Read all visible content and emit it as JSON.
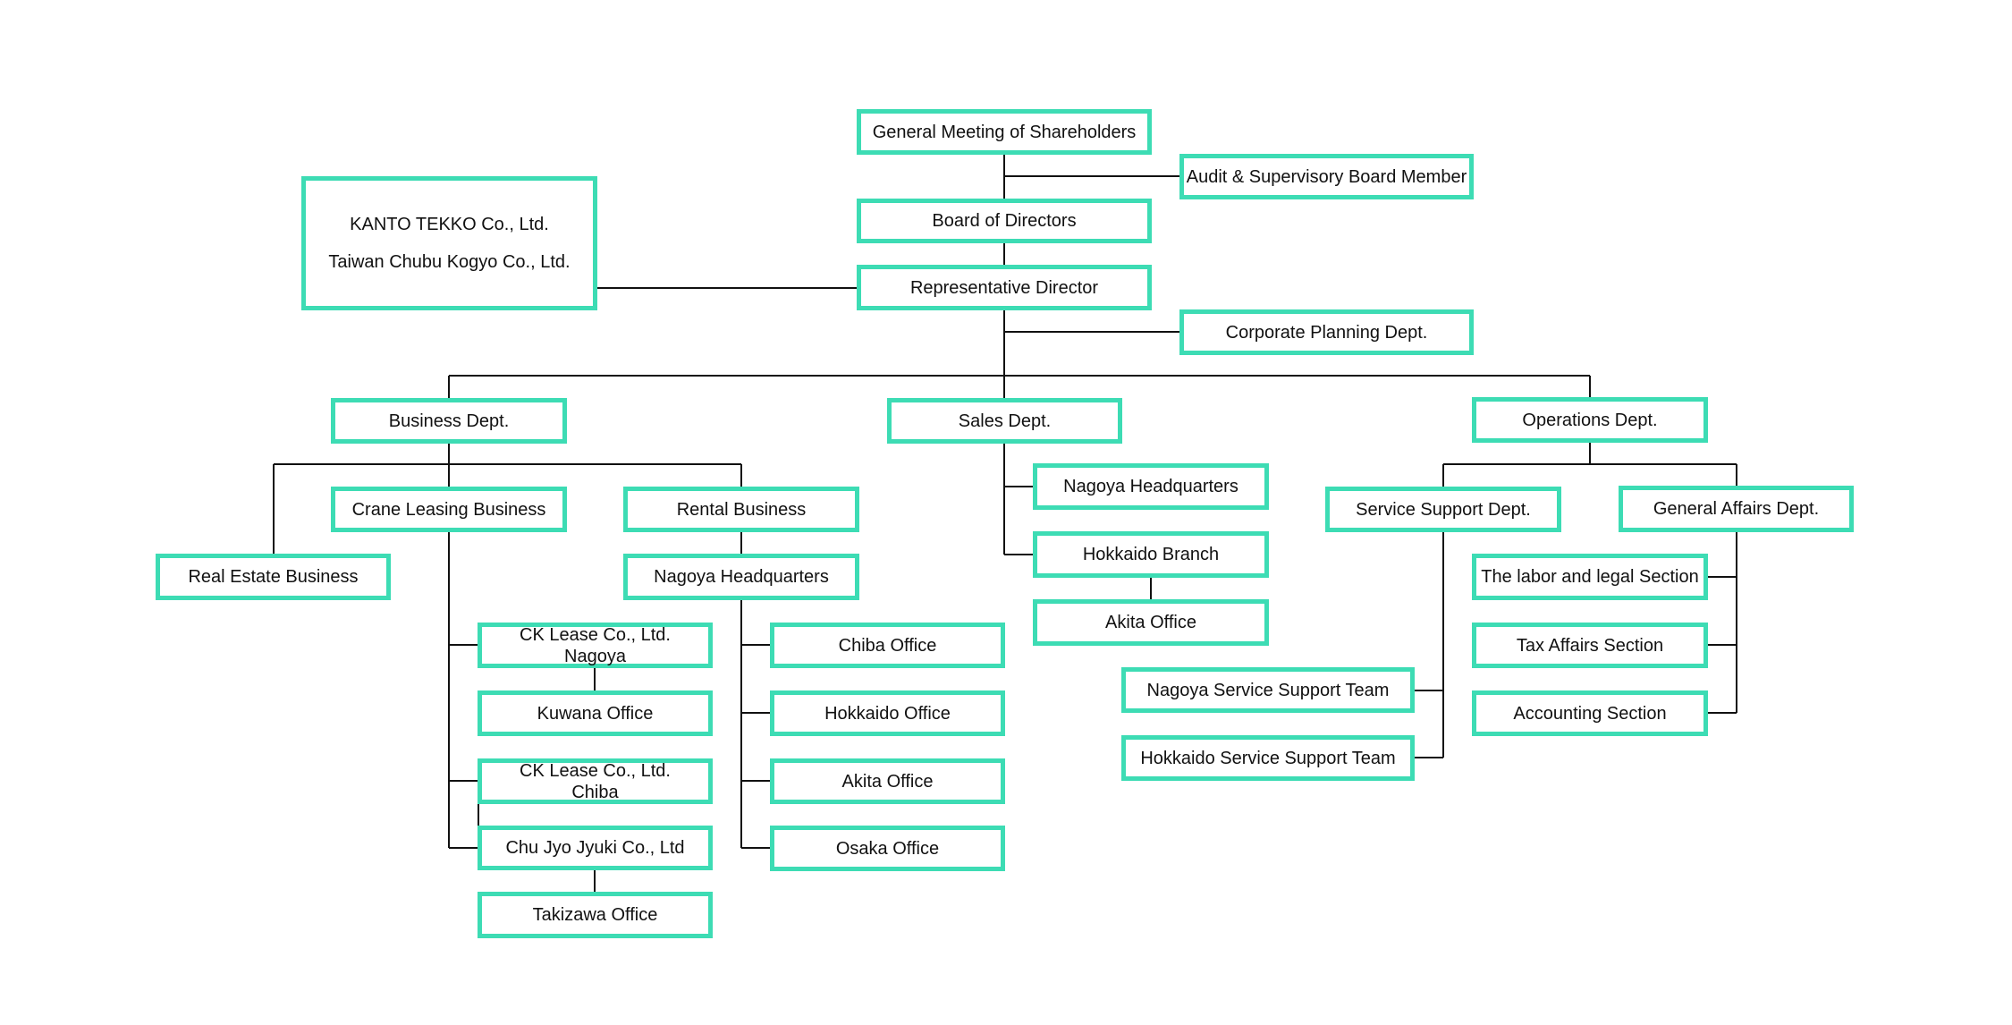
{
  "diagram": {
    "type": "organization-chart",
    "colors": {
      "box_border": "#3ddcb4",
      "connector": "#111111",
      "text": "#111111"
    },
    "nodes": {
      "gms": "General Meeting of Shareholders",
      "audit": "Audit & Supervisory Board Member",
      "board": "Board of Directors",
      "rep": "Representative Director",
      "corp_planning": "Corporate Planning Dept.",
      "affiliates": [
        "KANTO TEKKO Co., Ltd.",
        "Taiwan Chubu Kogyo Co., Ltd."
      ],
      "business": "Business Dept.",
      "sales": "Sales Dept.",
      "operations": "Operations Dept.",
      "real_estate": "Real Estate Business",
      "crane_leasing": "Crane Leasing Business",
      "rental": "Rental Business",
      "rental_nagoya_hq": "Nagoya Headquarters",
      "ck_lease_nagoya": "CK Lease Co., Ltd.\nNagoya",
      "kuwana": "Kuwana Office",
      "ck_lease_chiba": "CK Lease Co., Ltd.\nChiba",
      "chu_jyo": "Chu Jyo Jyuki Co., Ltd",
      "takizawa": "Takizawa Office",
      "chiba_office": "Chiba Office",
      "hokkaido_office": "Hokkaido Office",
      "akita_office_rental": "Akita Office",
      "osaka_office": "Osaka Office",
      "sales_nagoya_hq": "Nagoya Headquarters",
      "hokkaido_branch": "Hokkaido Branch",
      "akita_office_sales": "Akita Office",
      "service_support": "Service Support Dept.",
      "general_affairs": "General Affairs Dept.",
      "nagoya_sst": "Nagoya Service Support Team",
      "hokkaido_sst": "Hokkaido Service Support Team",
      "labor_legal": "The labor and legal Section",
      "tax_affairs": "Tax Affairs Section",
      "accounting": "Accounting Section"
    },
    "hierarchy": {
      "gms": [
        "audit",
        "board"
      ],
      "board": [
        "rep"
      ],
      "rep": [
        "corp_planning",
        "affiliates",
        "business",
        "sales",
        "operations"
      ],
      "business": [
        "real_estate",
        "crane_leasing",
        "rental"
      ],
      "crane_leasing": [
        "ck_lease_nagoya",
        "ck_lease_chiba",
        "chu_jyo"
      ],
      "ck_lease_nagoya": [
        "kuwana"
      ],
      "chu_jyo": [
        "takizawa"
      ],
      "rental": [
        "rental_nagoya_hq"
      ],
      "rental_nagoya_hq": [
        "chiba_office",
        "hokkaido_office",
        "akita_office_rental",
        "osaka_office"
      ],
      "sales": [
        "sales_nagoya_hq",
        "hokkaido_branch"
      ],
      "hokkaido_branch": [
        "akita_office_sales"
      ],
      "operations": [
        "service_support",
        "general_affairs"
      ],
      "service_support": [
        "nagoya_sst",
        "hokkaido_sst"
      ],
      "general_affairs": [
        "labor_legal",
        "tax_affairs",
        "accounting"
      ]
    }
  }
}
